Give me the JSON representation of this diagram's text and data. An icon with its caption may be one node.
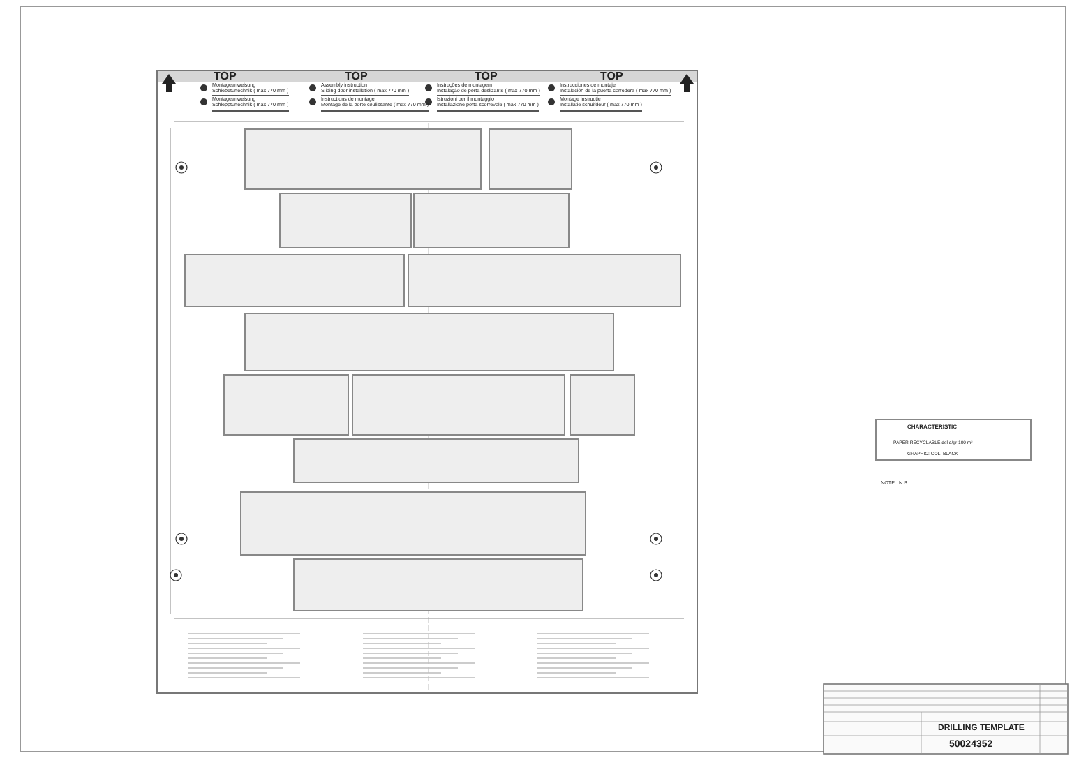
{
  "diagram": {
    "labels": [
      "TOP",
      "TOP",
      "TOP",
      "TOP",
      "Montageanweisung",
      "Schiebetürtechnik ( max 770 mm )",
      "Assembly instruction",
      "Sliding door installation ( max 770 mm )",
      "Instruções de montagem",
      "Instalação de porta deslizante ( max 770 mm )",
      "Instrucciones de montaje",
      "Instalación de la puerta corredera ( max 770 mm )",
      "Montageanweisung",
      "Schlepptürtechnik ( max 770 mm )",
      "Instructions de montage",
      "Montage de la porte coulissante ( max 770 mm )",
      "Istruzioni per il montaggio",
      "Installazione porta scorrevole ( max 770 mm )",
      "Montage instructie",
      "Installatie schuifdeur ( max 770 mm )",
      "CHARACTERISTIC",
      "PAPER RECYCLABLE del d/gr 100 m²",
      "GRAPHIC: COL. BLACK",
      "NOTE",
      "N.B.",
      "DRILLING TEMPLATE",
      "50024352"
    ]
  }
}
